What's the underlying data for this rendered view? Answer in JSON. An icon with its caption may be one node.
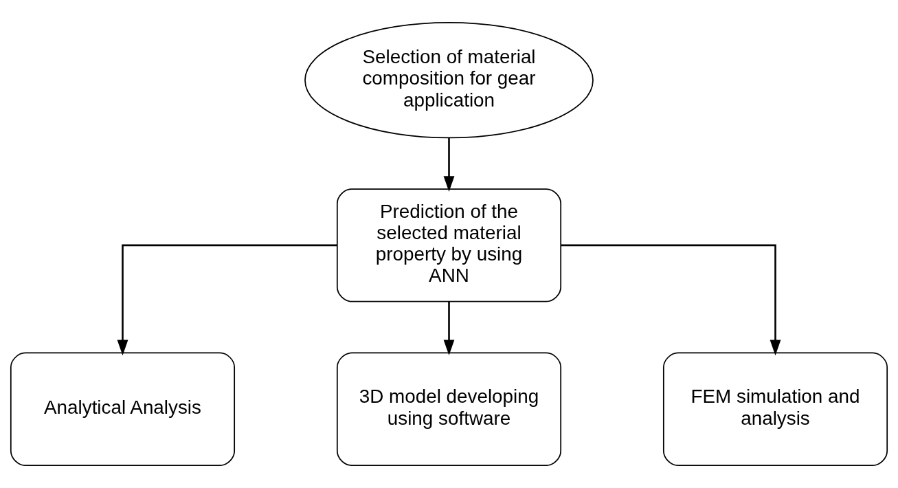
{
  "diagram": {
    "nodes": [
      {
        "text": [
          "Selection of material composition for gear application"
        ]
      },
      {
        "text": [
          "Prediction of the selected material property by using ANN"
        ]
      },
      {
        "text": [
          "Analytical Analysis"
        ]
      },
      {
        "text": [
          "3D model developing using software"
        ]
      },
      {
        "text": [
          "FEM simulation and analysis"
        ]
      }
    ],
    "edges": [
      {
        "from": 0,
        "to": 1,
        "arrow": "to"
      },
      {
        "from": 1,
        "to": 2,
        "arrow": "to"
      },
      {
        "from": 1,
        "to": 3,
        "arrow": "to"
      },
      {
        "from": 1,
        "to": 4,
        "arrow": "to"
      }
    ]
  }
}
